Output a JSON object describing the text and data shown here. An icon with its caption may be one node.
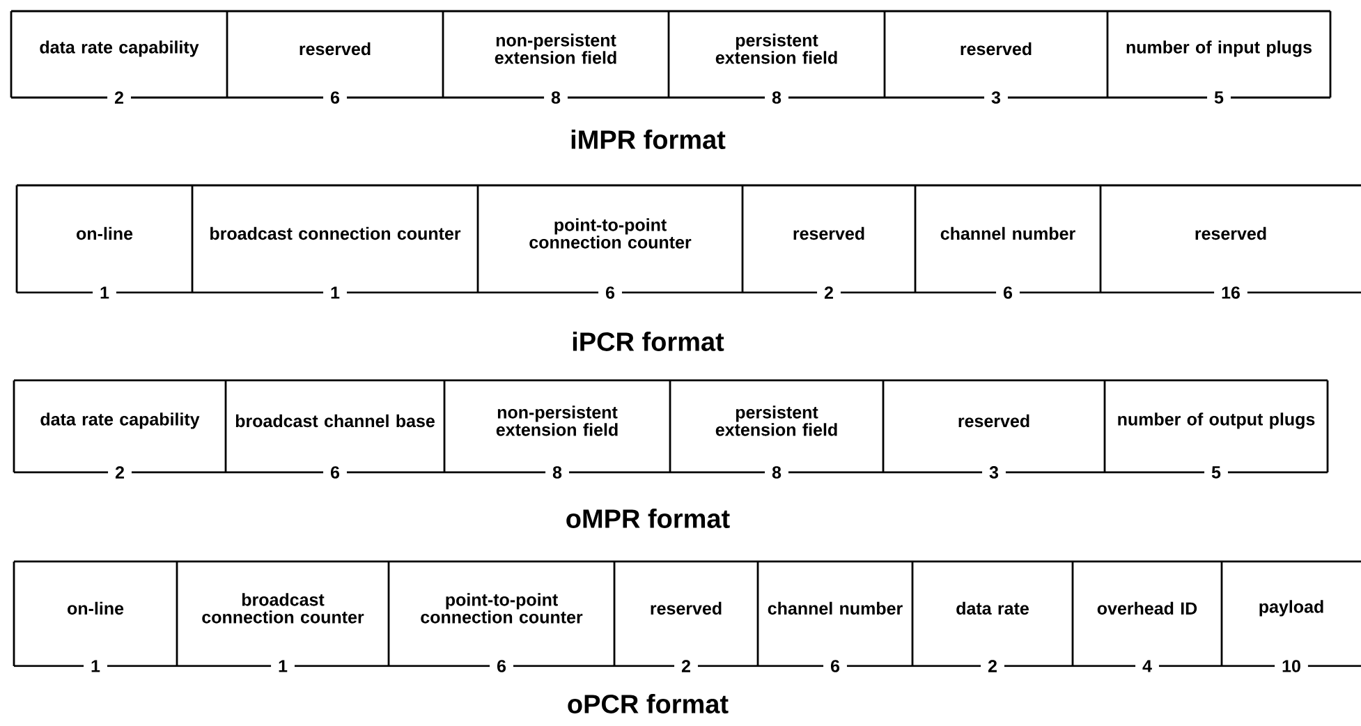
{
  "diagram": {
    "nodes": [
      {
        "text": [],
        "shape": "box"
      },
      {
        "text": [
          "data rate capability"
        ],
        "in": 0,
        "beside": [
          "2"
        ]
      },
      {
        "text": [
          "reserved"
        ],
        "in": 0,
        "beside": [
          "6"
        ]
      },
      {
        "text": [
          "non-persistent extension field"
        ],
        "in": 0,
        "beside": [
          "8"
        ]
      },
      {
        "text": [
          "persistent extension field"
        ],
        "in": 0,
        "beside": [
          "8"
        ]
      },
      {
        "text": [
          "reserved"
        ],
        "in": 0,
        "beside": [
          "3"
        ]
      },
      {
        "text": [
          "number of input plugs"
        ],
        "in": 0,
        "beside": [
          "5"
        ]
      },
      {
        "text": [],
        "shape": "box"
      },
      {
        "text": [
          "on-line"
        ],
        "in": 7,
        "beside": [
          "1"
        ]
      },
      {
        "text": [
          "broadcast connection counter"
        ],
        "in": 7,
        "beside": [
          "1"
        ]
      },
      {
        "text": [
          "point-to-point connection counter"
        ],
        "in": 7,
        "beside": [
          "6"
        ]
      },
      {
        "text": [
          "reserved"
        ],
        "in": 7,
        "beside": [
          "2"
        ]
      },
      {
        "text": [
          "channel number"
        ],
        "in": 7,
        "beside": [
          "6"
        ]
      },
      {
        "text": [
          "reserved"
        ],
        "in": 7,
        "beside": [
          "16"
        ]
      },
      {
        "text": [],
        "shape": "box"
      },
      {
        "text": [
          "data rate capability"
        ],
        "in": 14,
        "beside": [
          "2"
        ]
      },
      {
        "text": [
          "broadcast channel base"
        ],
        "in": 14,
        "beside": [
          "6"
        ]
      },
      {
        "text": [
          "non-persistent extension field"
        ],
        "in": 14,
        "beside": [
          "8"
        ]
      },
      {
        "text": [
          "persistent extension field"
        ],
        "in": 14,
        "beside": [
          "8"
        ]
      },
      {
        "text": [
          "reserved"
        ],
        "in": 14,
        "beside": [
          "3"
        ]
      },
      {
        "text": [
          "number of output plugs"
        ],
        "in": 14,
        "beside": [
          "5"
        ]
      },
      {
        "text": [],
        "shape": "box"
      },
      {
        "text": [
          "on-line"
        ],
        "in": 21,
        "beside": [
          "1"
        ]
      },
      {
        "text": [
          "broadcast connection counter"
        ],
        "in": 21,
        "beside": [
          "1"
        ]
      },
      {
        "text": [
          "point-to-point connection counter"
        ],
        "in": 21,
        "beside": [
          "6"
        ]
      },
      {
        "text": [
          "reserved"
        ],
        "in": 21,
        "beside": [
          "2"
        ]
      },
      {
        "text": [
          "channel number"
        ],
        "in": 21,
        "beside": [
          "6"
        ]
      },
      {
        "text": [
          "data rate"
        ],
        "in": 21,
        "beside": [
          "2"
        ]
      },
      {
        "text": [
          "overhead ID"
        ],
        "in": 21,
        "beside": [
          "4"
        ]
      },
      {
        "text": [
          "payload"
        ],
        "in": 21,
        "beside": [
          "10"
        ]
      }
    ],
    "labels": [
      "iMPR format",
      "iPCR format",
      "oMPR format",
      "oPCR format"
    ]
  }
}
